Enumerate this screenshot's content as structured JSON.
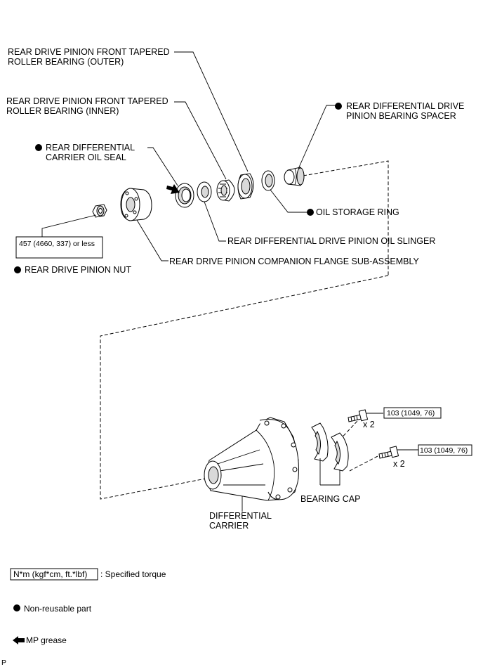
{
  "labels": {
    "front_bearing_outer": [
      "REAR DRIVE PINION FRONT TAPERED",
      "ROLLER BEARING (OUTER)"
    ],
    "front_bearing_inner": [
      "REAR DRIVE PINION FRONT TAPERED",
      "ROLLER BEARING (INNER)"
    ],
    "bearing_spacer": [
      "REAR DIFFERENTIAL DRIVE",
      "PINION BEARING SPACER"
    ],
    "oil_seal": [
      "REAR DIFFERENTIAL",
      "CARRIER OIL SEAL"
    ],
    "oil_storage_ring": "OIL STORAGE RING",
    "oil_slinger": "REAR DIFFERENTIAL DRIVE PINION OIL SLINGER",
    "companion_flange": "REAR DRIVE PINION COMPANION FLANGE SUB-ASSEMBLY",
    "pinion_nut": "REAR DRIVE PINION NUT",
    "differential_carrier": [
      "DIFFERENTIAL",
      "CARRIER"
    ],
    "bearing_cap": "BEARING CAP"
  },
  "torques": {
    "pinion_nut": "457 (4660, 337) or less",
    "bearing_cap_bolt_1": "103 (1049, 76)",
    "bearing_cap_bolt_2": "103 (1049, 76)"
  },
  "quantities": {
    "bolt_1": "x 2",
    "bolt_2": "x 2"
  },
  "legend": {
    "torque_unit_box": "N*m (kgf*cm, ft.*lbf)",
    "torque_text": ": Specified torque",
    "non_reusable": "Non-reusable part",
    "mp_grease": "MP grease"
  },
  "footer_code": "P",
  "icons": {
    "non_reusable": "filled-circle-icon",
    "grease": "arrow-left-icon"
  }
}
